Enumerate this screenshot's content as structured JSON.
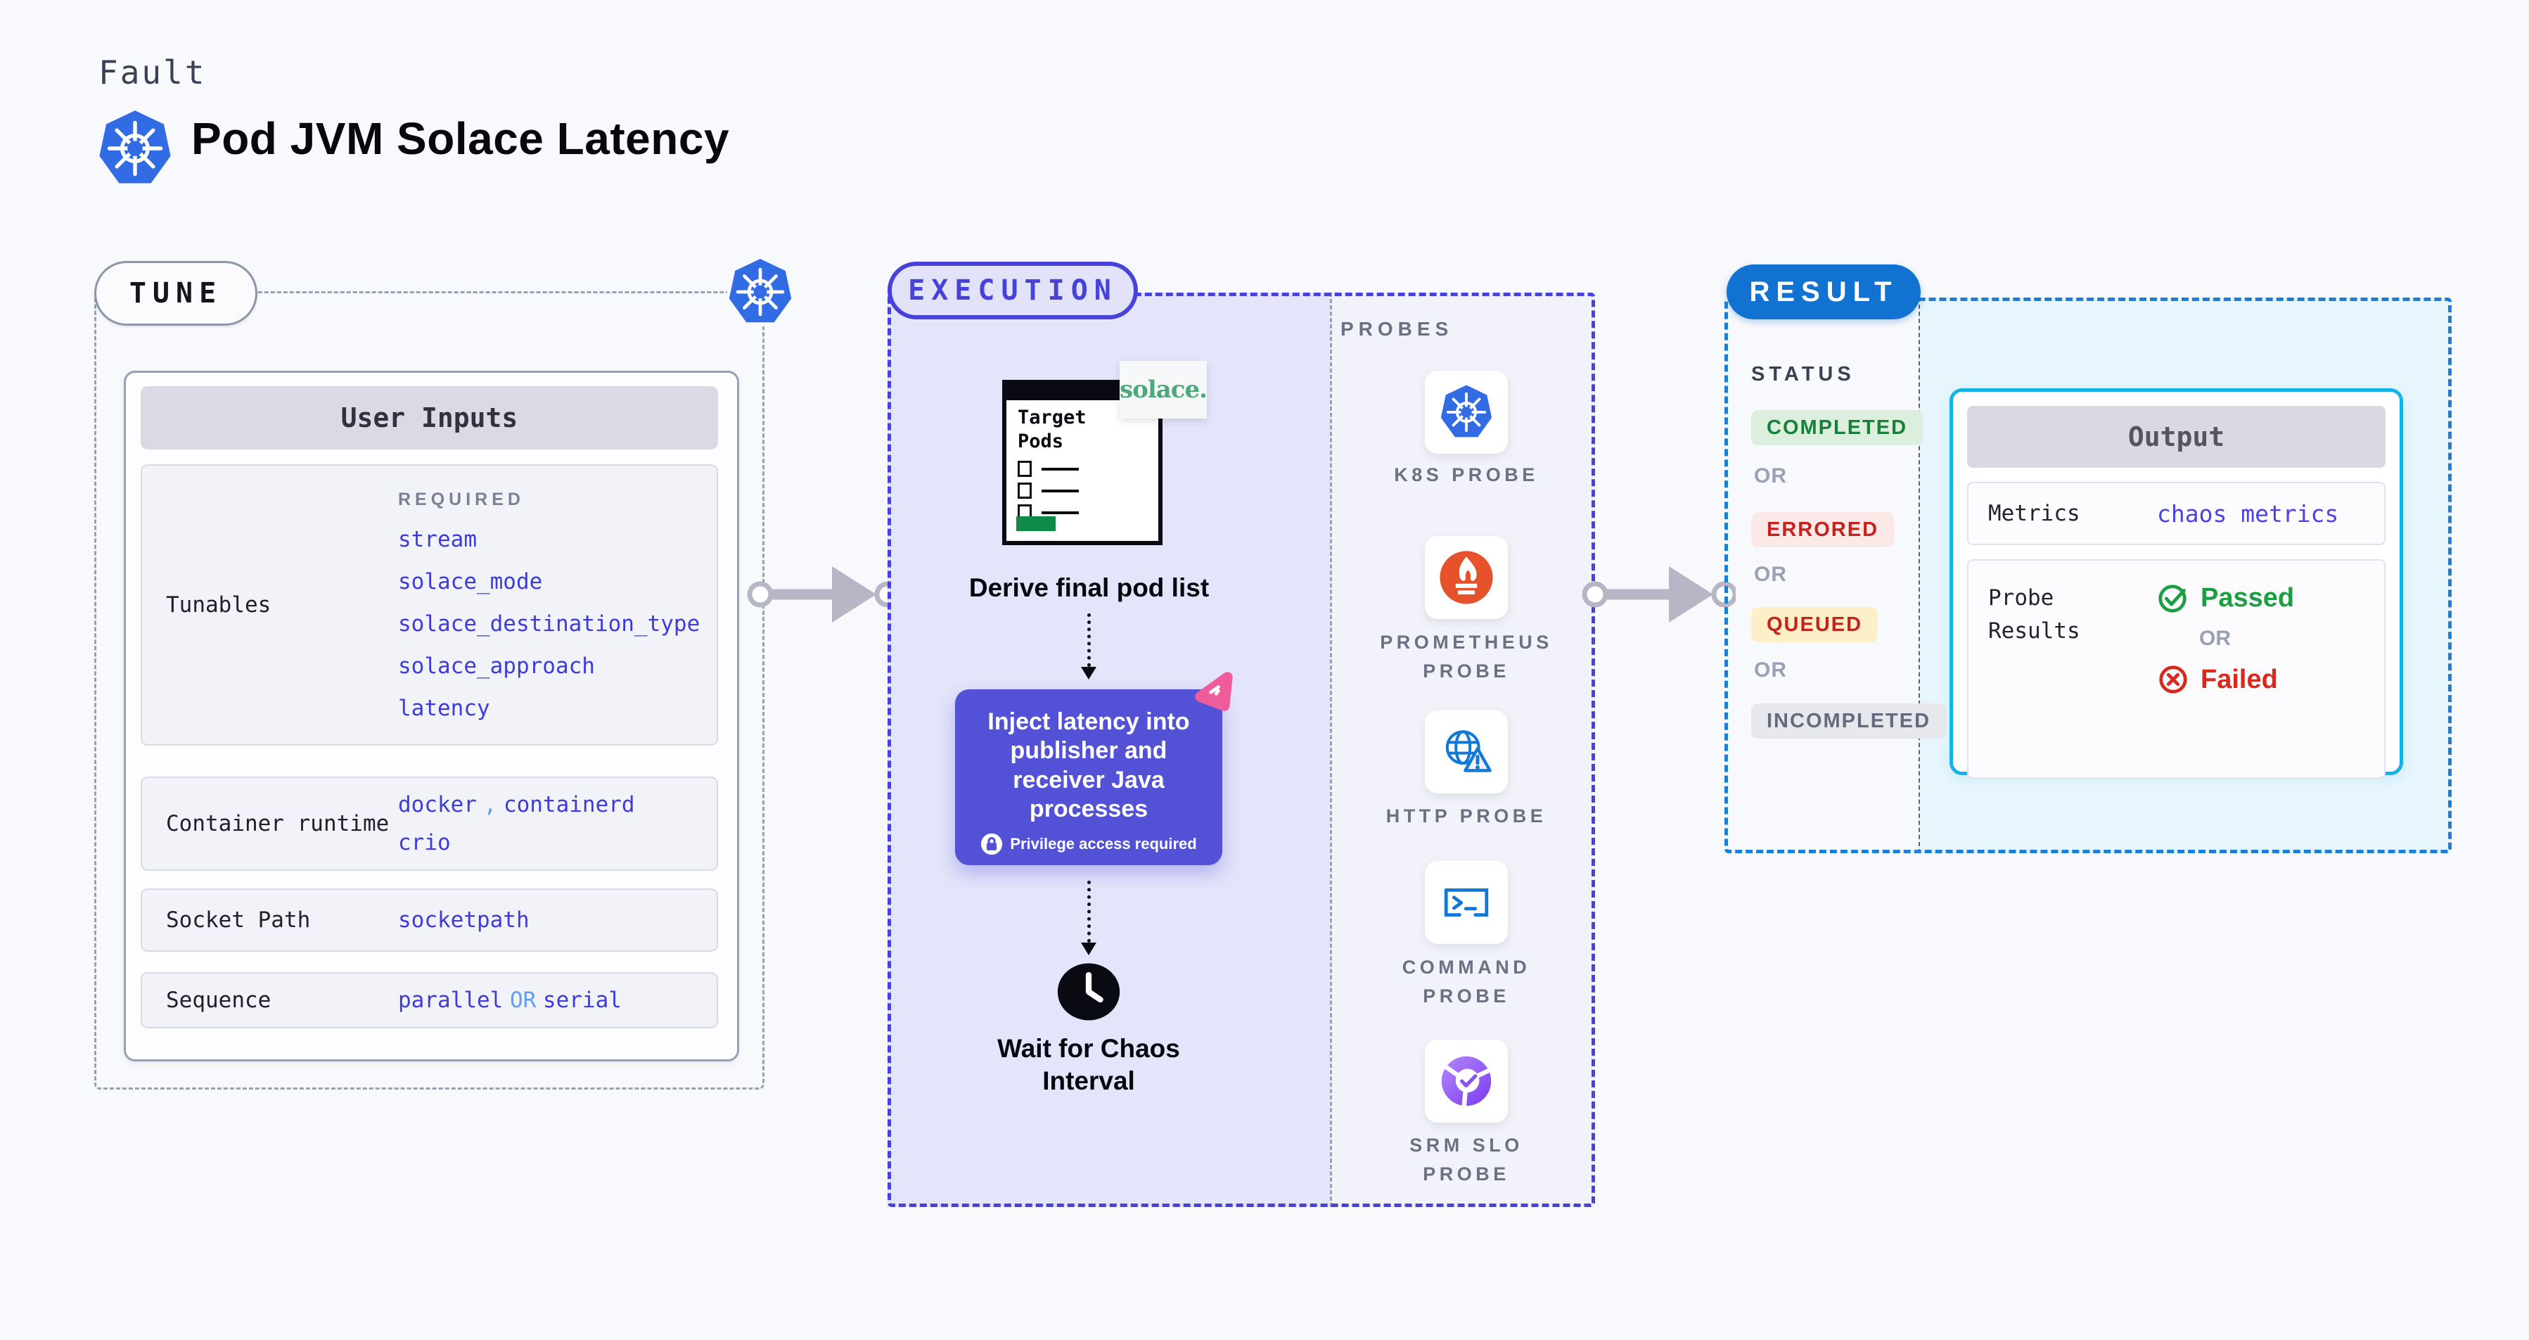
{
  "header": {
    "fault_label": "Fault",
    "title": "Pod JVM Solace Latency"
  },
  "tune": {
    "pill": "TUNE",
    "user_inputs_header": "User Inputs",
    "tunables": {
      "label": "Tunables",
      "required": "REQUIRED",
      "values": [
        "stream",
        "solace_mode",
        "solace_destination_type",
        "solace_approach",
        "latency"
      ]
    },
    "runtime": {
      "label": "Container runtime",
      "v1": "docker",
      "sep": ",",
      "v2": "containerd",
      "v3": "crio"
    },
    "socket": {
      "label": "Socket Path",
      "value": "socketpath"
    },
    "sequence": {
      "label": "Sequence",
      "v1": "parallel",
      "or": "OR",
      "v2": "serial"
    }
  },
  "execution": {
    "pill": "EXECUTION",
    "window_title": "Target Pods",
    "solace_logo": "solace.",
    "derive_label": "Derive final pod list",
    "inject_text": "Inject latency into publisher and receiver Java processes",
    "privilege_text": "Privilege access required",
    "wait_label": "Wait for Chaos Interval"
  },
  "probes": {
    "header": "PROBES",
    "items": [
      {
        "label": "K8S PROBE",
        "icon": "kubernetes-icon"
      },
      {
        "label": "PROMETHEUS PROBE",
        "icon": "prometheus-icon"
      },
      {
        "label": "HTTP PROBE",
        "icon": "http-globe-warning-icon"
      },
      {
        "label": "COMMAND PROBE",
        "icon": "terminal-icon"
      },
      {
        "label": "SRM SLO PROBE",
        "icon": "srm-slo-icon"
      }
    ]
  },
  "result": {
    "pill": "RESULT",
    "status_header": "STATUS",
    "or": "OR",
    "statuses": [
      {
        "label": "COMPLETED",
        "color": "#188038",
        "bg": "#dcefdc"
      },
      {
        "label": "ERRORED",
        "color": "#c5221f",
        "bg": "#fbe9e7"
      },
      {
        "label": "QUEUED",
        "color": "#c5221f",
        "bg": "#fdf0c8"
      },
      {
        "label": "INCOMPLETED",
        "color": "#646b7c",
        "bg": "#e7e8ee"
      }
    ],
    "output": {
      "header": "Output",
      "metrics_label": "Metrics",
      "metrics_value": "chaos metrics",
      "probe_results_label": "Probe Results",
      "passed": "Passed",
      "or": "OR",
      "failed": "Failed"
    }
  },
  "colors": {
    "page_bg": "#f8f9fc",
    "kubernetes_blue": "#326ce5",
    "prometheus_orange": "#e6522c",
    "probe_blue": "#1178d8",
    "execution_violet": "#4642da",
    "execution_bg": "#e4e4fa",
    "inject_purple": "#5351d6",
    "chaos_pink": "#ef5c9c",
    "solace_green": "#4fa87b",
    "result_blue": "#1272d2",
    "output_cyan_border": "#15b2e6",
    "output_bg": "#e7f5fc",
    "passed_green": "#1d9e43",
    "failed_red": "#d8291d",
    "value_blue": "#3d3cdb",
    "value_light_blue": "#5f9ef3"
  }
}
